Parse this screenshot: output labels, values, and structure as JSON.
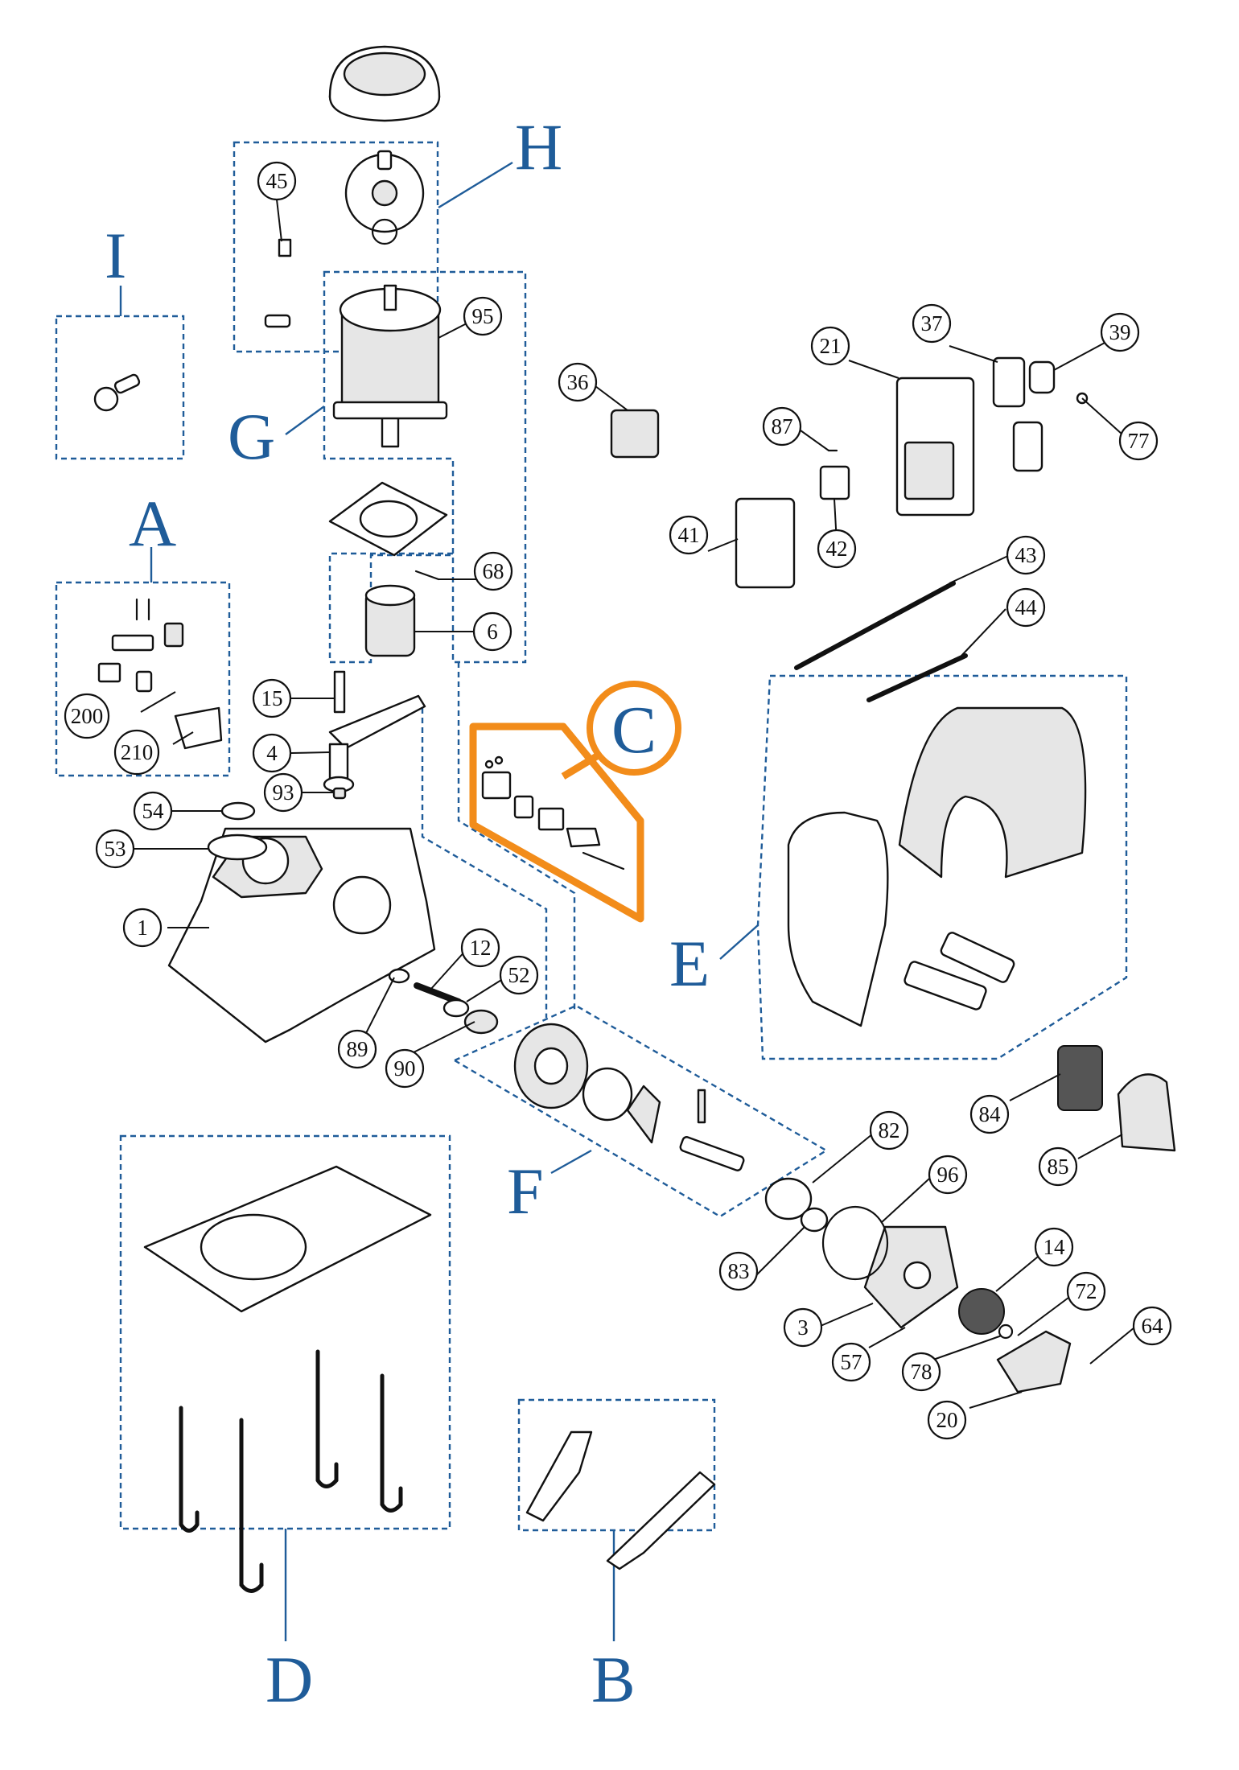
{
  "groups": {
    "A": "A",
    "B": "B",
    "C": "C",
    "D": "D",
    "E": "E",
    "F": "F",
    "G": "G",
    "H": "H",
    "I": "I"
  },
  "callouts": [
    "1",
    "3",
    "4",
    "6",
    "12",
    "14",
    "15",
    "20",
    "21",
    "36",
    "37",
    "39",
    "41",
    "42",
    "43",
    "44",
    "45",
    "52",
    "53",
    "54",
    "57",
    "64",
    "68",
    "72",
    "77",
    "78",
    "82",
    "83",
    "84",
    "85",
    "87",
    "89",
    "90",
    "93",
    "95",
    "96",
    "200",
    "210"
  ],
  "colors": {
    "group": "#1f5c99",
    "highlight": "#f28c1a",
    "ink": "#111111"
  },
  "highlighted_group": "C"
}
